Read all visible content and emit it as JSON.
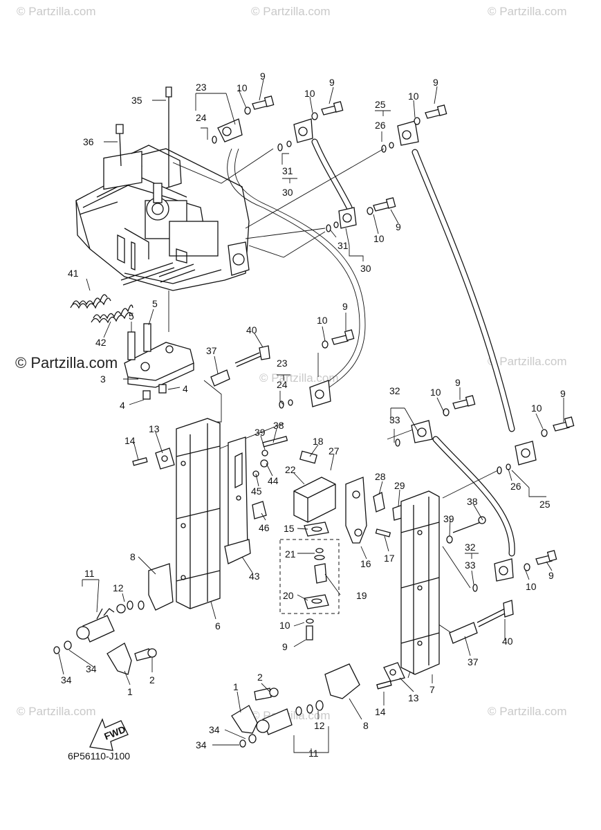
{
  "watermarks": {
    "corner_text": "© Partzilla.com",
    "main_text": "© Partzilla.com"
  },
  "diagram_code": "6P56110-J100",
  "fwd_arrow_label": "FWD",
  "callouts": {
    "c_9_a": "9",
    "c_10_a": "10",
    "c_23_a": "23",
    "c_24_a": "24",
    "c_35": "35",
    "c_36": "36",
    "c_9_b": "9",
    "c_10_b": "10",
    "c_31_a": "31",
    "c_30_a": "30",
    "c_25_a": "25",
    "c_26_a": "26",
    "c_10_c": "10",
    "c_9_c": "9",
    "c_9_d": "9",
    "c_10_d": "10",
    "c_31_b": "31",
    "c_30_b": "30",
    "c_41": "41",
    "c_42": "42",
    "c_5_a": "5",
    "c_5_b": "5",
    "c_3": "3",
    "c_4_a": "4",
    "c_4_b": "4",
    "c_9_e": "9",
    "c_10_e": "10",
    "c_40_a": "40",
    "c_37_a": "37",
    "c_23_b": "23",
    "c_24_b": "24",
    "c_32_a": "32",
    "c_33_a": "33",
    "c_10_f": "10",
    "c_9_f": "9",
    "c_9_g": "9",
    "c_10_g": "10",
    "c_13_a": "13",
    "c_14_a": "14",
    "c_38_a": "38",
    "c_39_a": "39",
    "c_44": "44",
    "c_45": "45",
    "c_46": "46",
    "c_18": "18",
    "c_27": "27",
    "c_22": "22",
    "c_28": "28",
    "c_29": "29",
    "c_26_b": "26",
    "c_25_b": "25",
    "c_15": "15",
    "c_16": "16",
    "c_17": "17",
    "c_38_b": "38",
    "c_39_b": "39",
    "c_32_b": "32",
    "c_33_b": "33",
    "c_21": "21",
    "c_20": "20",
    "c_19": "19",
    "c_10_h": "10",
    "c_9_h": "9",
    "c_43": "43",
    "c_8_a": "8",
    "c_11_a": "11",
    "c_12_a": "12",
    "c_6": "6",
    "c_9_i": "9",
    "c_10_i": "10",
    "c_34_a": "34",
    "c_34_b": "34",
    "c_1_a": "1",
    "c_2_a": "2",
    "c_40_b": "40",
    "c_37_b": "37",
    "c_7": "7",
    "c_2_b": "2",
    "c_1_b": "1",
    "c_14_b": "14",
    "c_13_b": "13",
    "c_12_b": "12",
    "c_8_b": "8",
    "c_34_c": "34",
    "c_34_d": "34",
    "c_11_b": "11"
  }
}
